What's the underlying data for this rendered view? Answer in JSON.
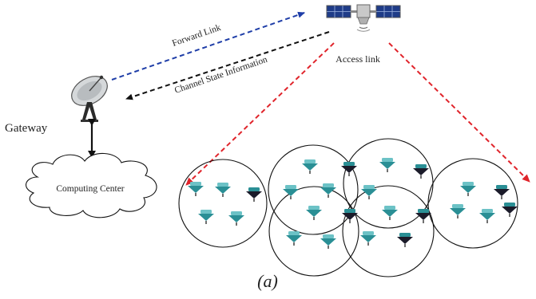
{
  "labels": {
    "forward_link": "Forward Link",
    "csi": "Channel State Information",
    "access_link": "Access link",
    "gateway": "Gateway",
    "computing_center": "Computing Center",
    "caption": "(a)"
  },
  "colors": {
    "forward_link": "#1f3ea8",
    "csi": "#111111",
    "access_link": "#e0242b",
    "terminal_teal": "#2a8f95",
    "terminal_dark": "#1b1b2a"
  },
  "icons": {
    "satellite": "satellite-icon",
    "gateway": "satellite-dish-icon",
    "cloud": "cloud-icon",
    "terminal": "user-terminal-icon"
  }
}
